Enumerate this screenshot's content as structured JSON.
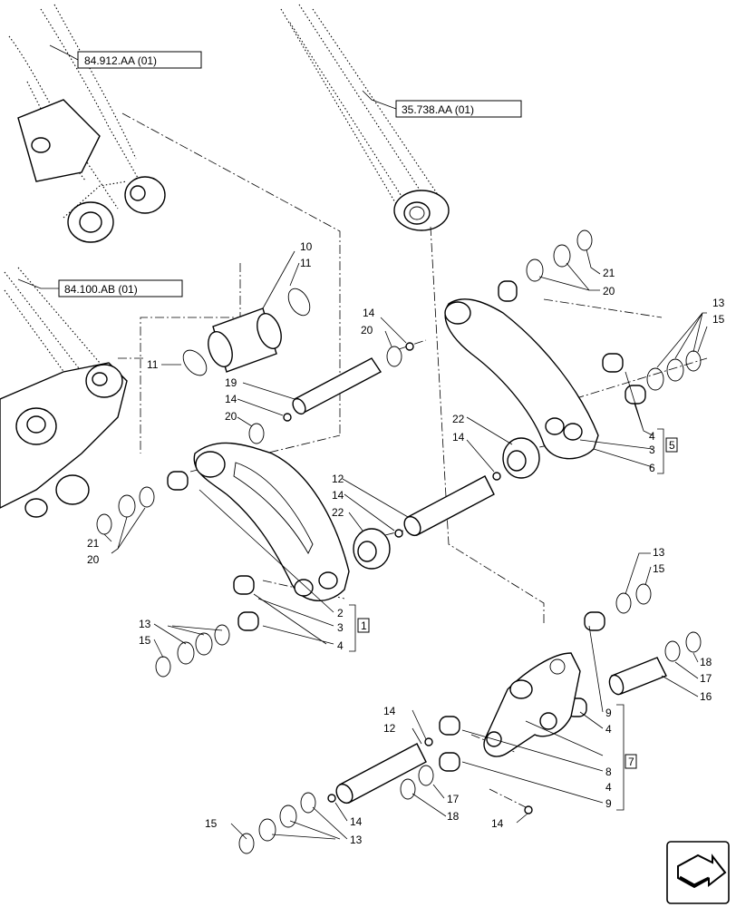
{
  "references": {
    "ref_a": "84.912.AA (01)",
    "ref_b": "35.738.AA (01)",
    "ref_c": "84.100.AB (01)"
  },
  "groups": {
    "g1": "1",
    "g5": "5",
    "g7": "7"
  },
  "callouts": {
    "c10": "10",
    "c11a": "11",
    "c11b": "11",
    "c14a": "14",
    "c20a": "20",
    "c21a": "21",
    "c20b": "20",
    "c13a": "13",
    "c15a": "15",
    "c19": "19",
    "c14b": "14",
    "c20c": "20",
    "c22a": "22",
    "c14c": "14",
    "c4a": "4",
    "c3a": "3",
    "c6": "6",
    "c12a": "12",
    "c14d": "14",
    "c22b": "22",
    "c21b": "21",
    "c20d": "20",
    "c2": "2",
    "c3b": "3",
    "c4b": "4",
    "c13b": "13",
    "c15b": "15",
    "c13c": "13",
    "c15c": "15",
    "c18a": "18",
    "c17a": "17",
    "c16": "16",
    "c9a": "9",
    "c4c": "4",
    "c8": "8",
    "c4d": "4",
    "c9b": "9",
    "c14e": "14",
    "c12b": "12",
    "c17b": "17",
    "c18b": "18",
    "c15d": "15",
    "c14f": "14",
    "c13d": "13",
    "c14g": "14"
  },
  "colors": {
    "line": "#000000",
    "background": "#ffffff"
  },
  "icons": {
    "nav": "next-page-arrow-icon"
  }
}
